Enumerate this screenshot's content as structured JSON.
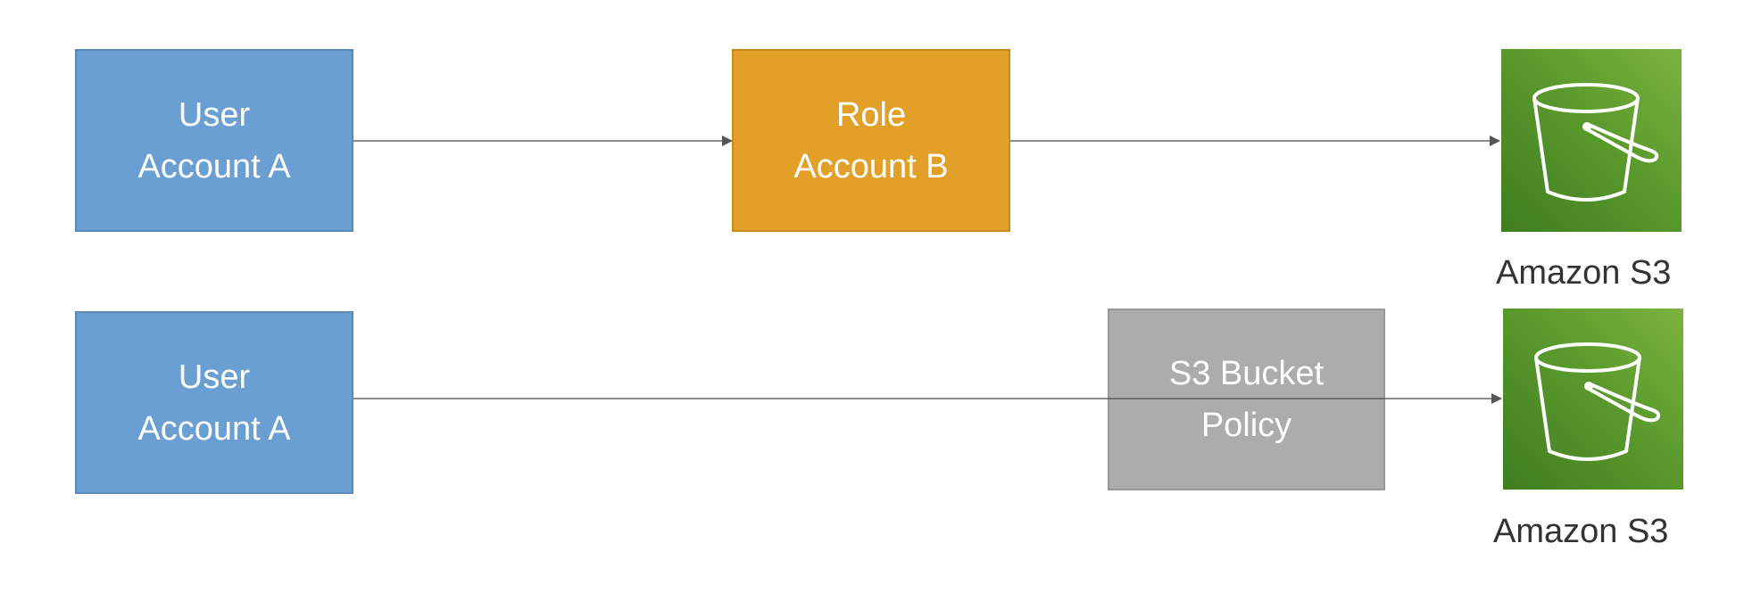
{
  "row1": {
    "user_box": {
      "line1": "User",
      "line2": "Account A",
      "color": "#6a9fd4"
    },
    "role_box": {
      "line1": "Role",
      "line2": "Account B",
      "color": "#e3a028"
    },
    "s3_caption": "Amazon S3"
  },
  "row2": {
    "user_box": {
      "line1": "User",
      "line2": "Account A",
      "color": "#6a9fd4"
    },
    "policy_box": {
      "line1": "S3 Bucket",
      "line2": "Policy",
      "color": "#a6a6a6"
    },
    "s3_caption": "Amazon S3"
  },
  "s3_icon": {
    "name": "s3-bucket-icon",
    "color": "#5a9a2c"
  },
  "connector_color": "#555555"
}
